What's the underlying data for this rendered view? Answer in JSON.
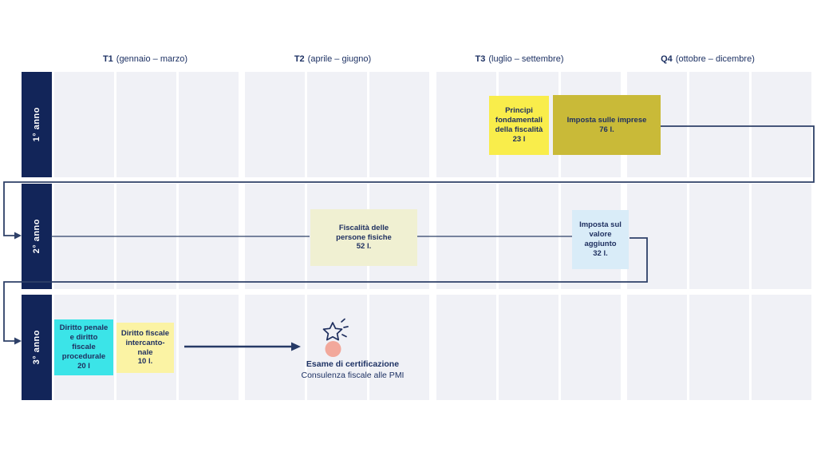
{
  "palette": {
    "navy_bar": "#122559",
    "connector": "#2e4068",
    "cell_bg": "#f0f1f6",
    "text_navy": "#1e3264"
  },
  "header": {
    "quarters": [
      {
        "code": "T1",
        "range": "(gennaio – marzo)"
      },
      {
        "code": "T2",
        "range": "(aprile – giugno)"
      },
      {
        "code": "T3",
        "range": "(luglio – settembre)"
      },
      {
        "code": "Q4",
        "range": "(ottobre – dicembre)"
      }
    ]
  },
  "rows": [
    {
      "label": "1° anno"
    },
    {
      "label": "2° anno"
    },
    {
      "label": "3° anno"
    }
  ],
  "courses": [
    {
      "name": "principi-fondamentali",
      "text": "Principi\nfondamentali\ndella fiscalità\n23 l",
      "bg": "#f9ed4b"
    },
    {
      "name": "imposta-imprese",
      "text": "Imposta sulle imprese\n76 l.",
      "bg": "#c9ba38"
    },
    {
      "name": "fiscalita-persone-fisiche",
      "text": "Fiscalità delle\npersone fisiche\n52 l.",
      "bg": "#f0f0d2"
    },
    {
      "name": "imposta-valore-aggiunto",
      "text": "Imposta sul\nvalore\naggiunto\n32 l.",
      "bg": "#d9ecf8"
    },
    {
      "name": "diritto-penale-procedurale",
      "text": "Diritto penale\ne diritto\nfiscale\nprocedurale\n20 l",
      "bg": "#3be4e8"
    },
    {
      "name": "diritto-fiscale-intercantonale",
      "text": "Diritto fiscale\nintercanto-\nnale\n10 l.",
      "bg": "#fbf3a4"
    }
  ],
  "exam": {
    "title": "Esame di certificazione",
    "subtitle": "Consulenza fiscale alle PMI",
    "dot_color": "#f2a89b"
  }
}
